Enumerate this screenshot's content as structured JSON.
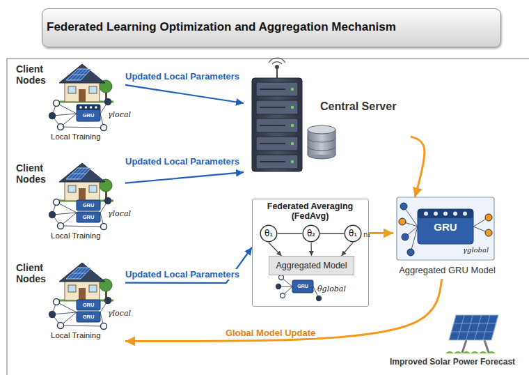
{
  "diagram": {
    "title": "Federated Learning Optimization and Aggregation Mechanism",
    "nodes": [
      {
        "text": [
          "Client Nodes",
          "GRU",
          "γlocal",
          "Local Training"
        ]
      },
      {
        "text": [
          "Client Nodes",
          "GRU",
          "GRU",
          "γlocal",
          "Local Training"
        ]
      },
      {
        "text": [
          "Client Nodes",
          "GRU",
          "GRU",
          "γlocal",
          "Local Training"
        ]
      },
      {
        "text": [
          "Central Server"
        ]
      },
      {
        "text": [
          "Federated Averaging (FedAvg)"
        ]
      },
      {
        "text": [
          "θ₁"
        ],
        "in": 4
      },
      {
        "text": [
          "θ₂"
        ],
        "in": 4
      },
      {
        "text": [
          "θ₁"
        ],
        "in": 4
      },
      {
        "text": [
          "Aggregated Model"
        ],
        "in": 4
      },
      {
        "text": [
          "GRU",
          "γglobal",
          "Aggregated GRU Model"
        ]
      }
    ],
    "edges": [
      {
        "from": 0,
        "to": 3,
        "arrow": "to",
        "label": "Updated Local Parameters"
      },
      {
        "from": 1,
        "to": 3,
        "arrow": "to",
        "label": "Updated Local Parameters"
      },
      {
        "from": 2,
        "to": 4,
        "arrow": "to",
        "label": "Updated Local Parameters"
      },
      {
        "from": 3,
        "to": 9,
        "arrow": "to"
      },
      {
        "from": 4,
        "to": 9,
        "arrow": "to"
      },
      {
        "from": 9,
        "to": 2,
        "arrow": "to",
        "label": "Global Model Update"
      },
      {
        "from": 5,
        "to": 6,
        "arrow": "none"
      },
      {
        "from": 6,
        "to": 7,
        "arrow": "none"
      },
      {
        "from": 5,
        "to": 8,
        "arrow": "to"
      },
      {
        "from": 6,
        "to": 8,
        "arrow": "to"
      },
      {
        "from": 7,
        "to": 8,
        "arrow": "to"
      }
    ],
    "labels": [
      "n₁",
      "GRU",
      "θglobal",
      "Improved Solar Power Forecast"
    ]
  }
}
